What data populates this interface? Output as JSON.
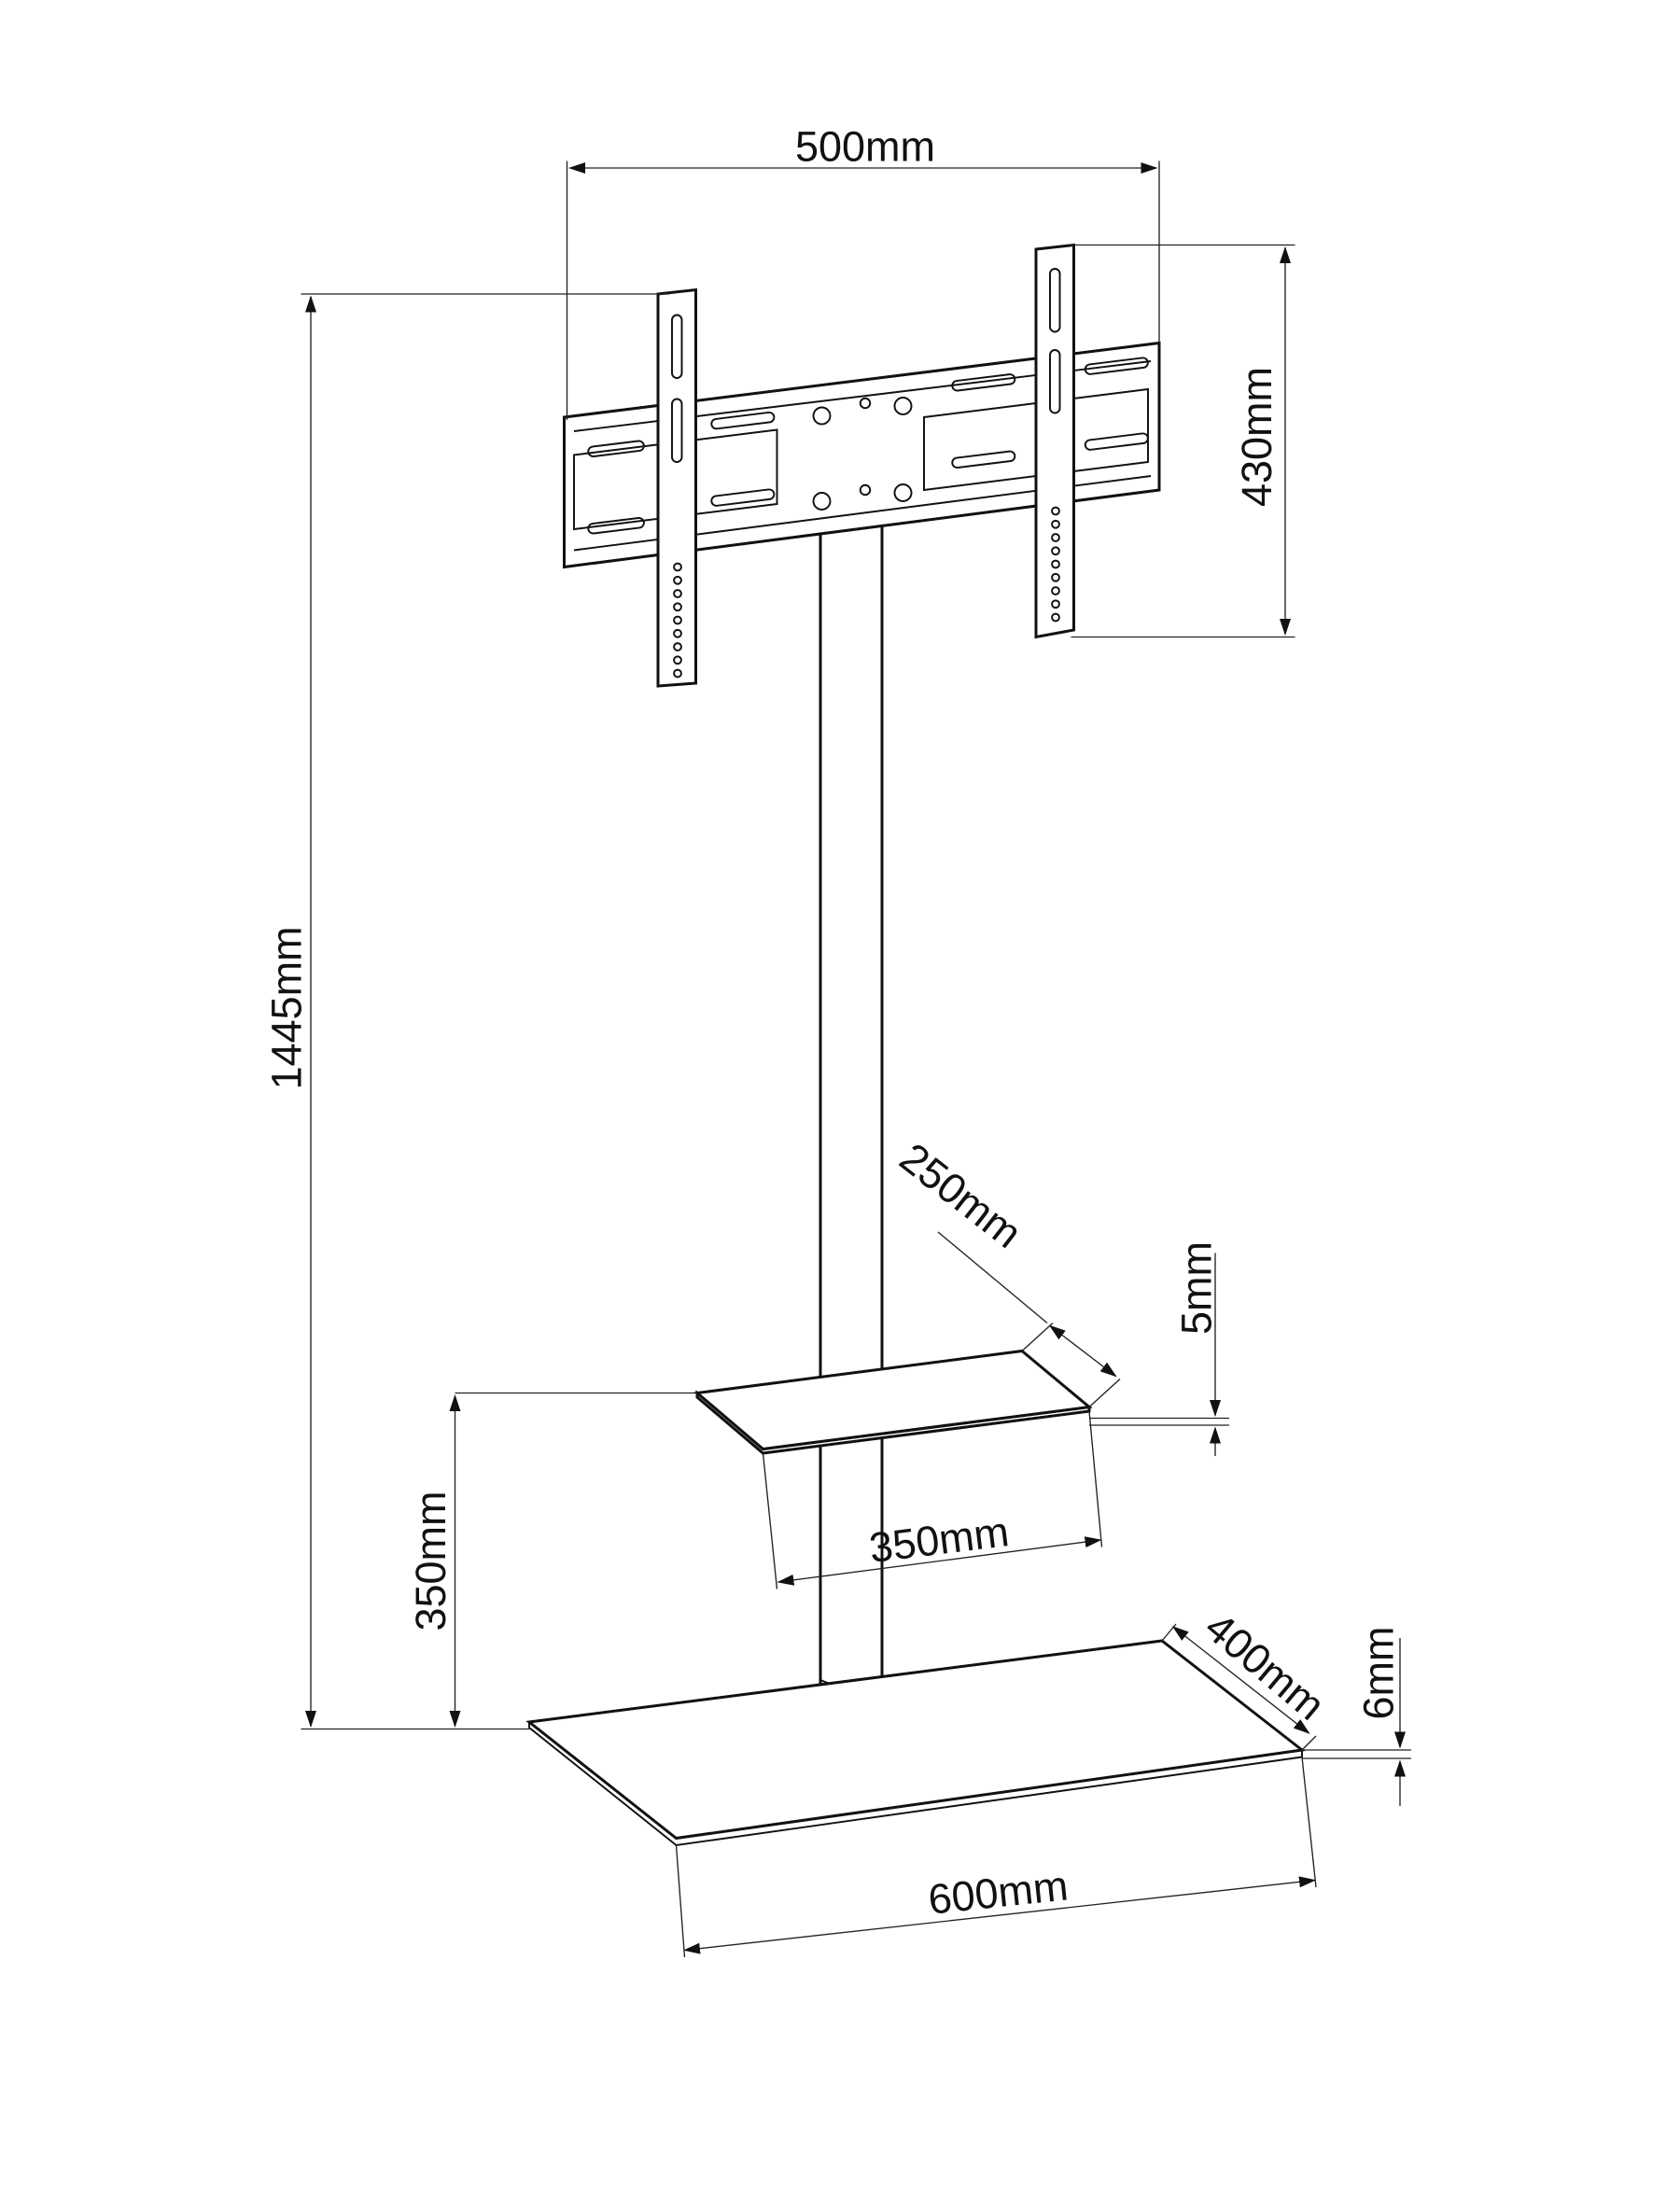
{
  "dimensions": {
    "mount_width": "500mm",
    "mount_height": "430mm",
    "total_height": "1445mm",
    "shelf_depth": "250mm",
    "shelf_thickness": "5mm",
    "shelf_width": "350mm",
    "shelf_height": "350mm",
    "base_depth": "400mm",
    "base_thickness": "6mm",
    "base_width": "600mm"
  }
}
